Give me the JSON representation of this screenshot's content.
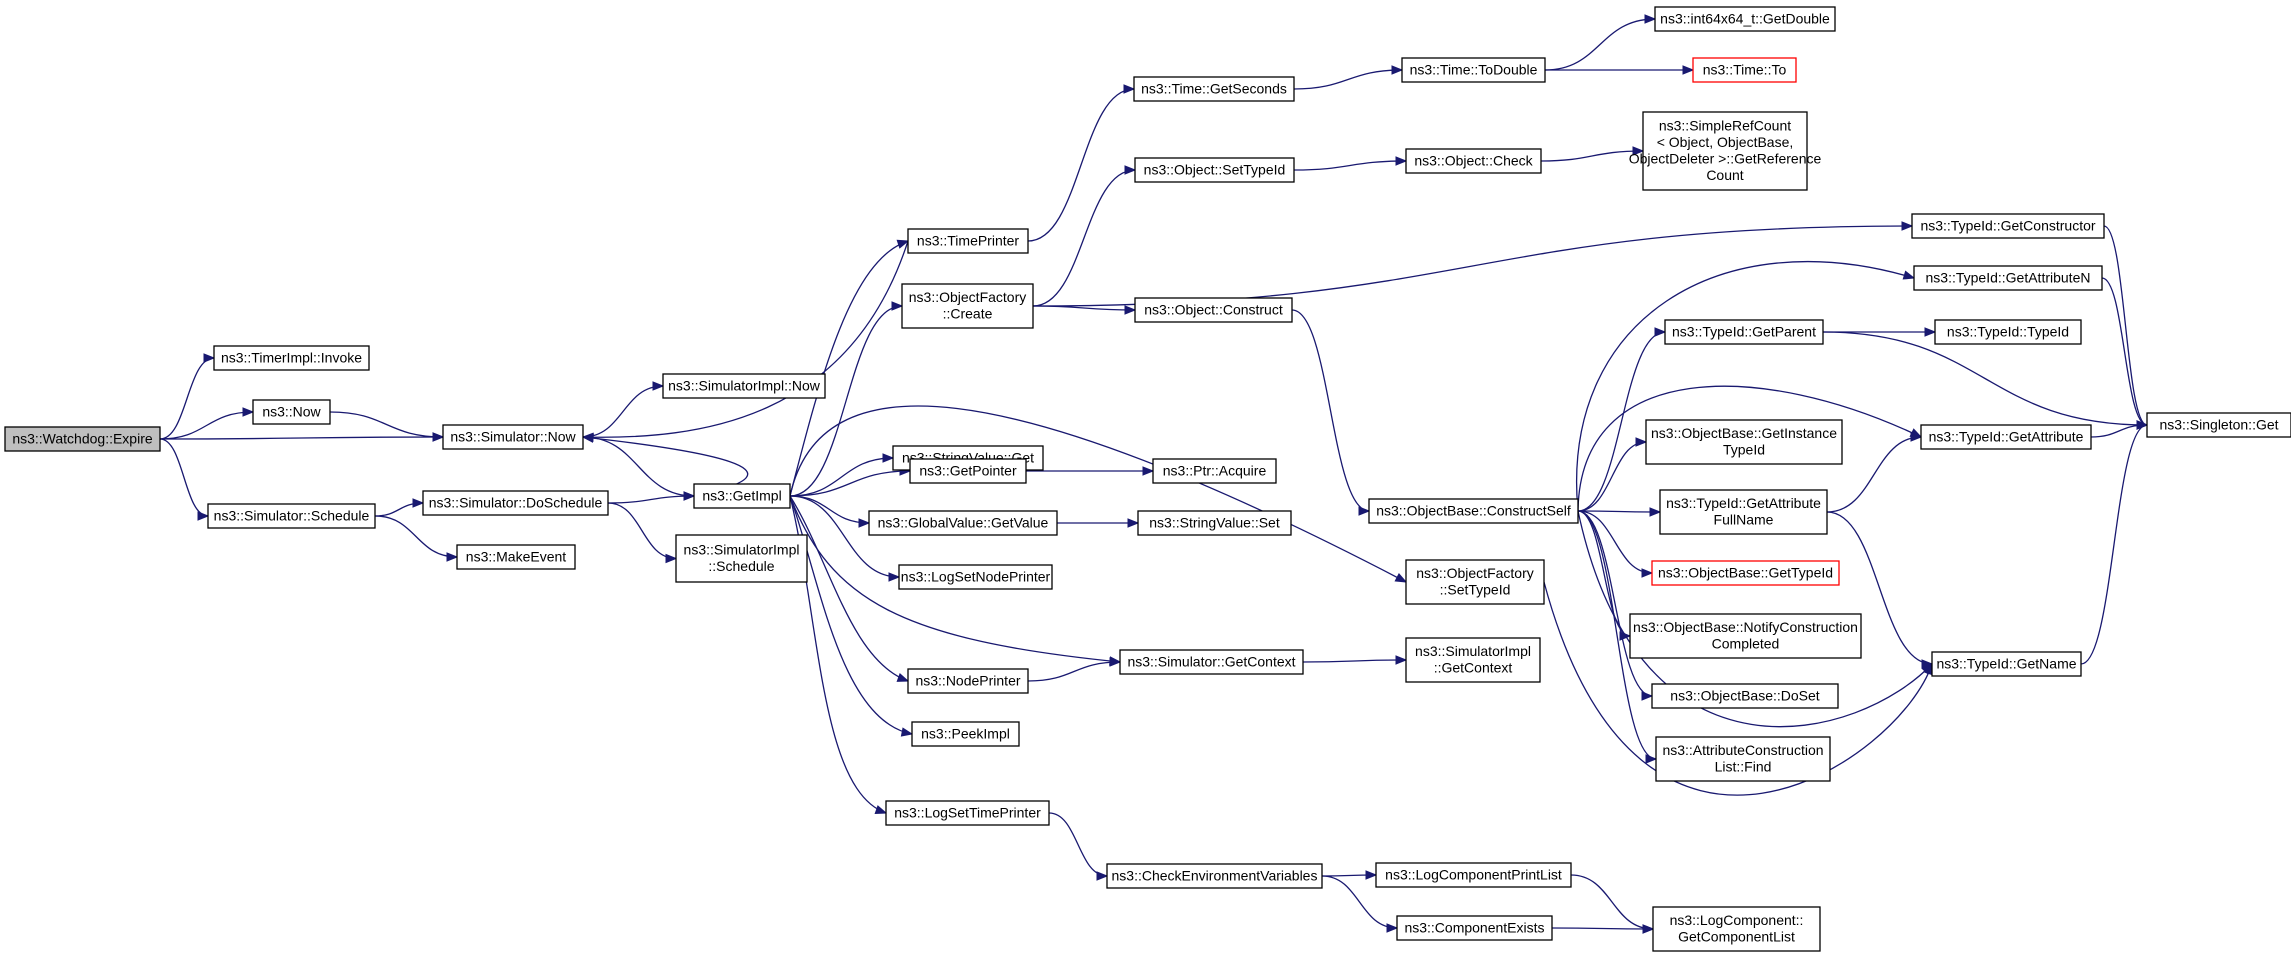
{
  "graph": {
    "edge_color": "#191970",
    "root_fill": "#bfbfbf",
    "missing_border": "#ff0000",
    "nodes": [
      {
        "id": "watchdog_expire",
        "lines": [
          "ns3::Watchdog::Expire"
        ],
        "root": true
      },
      {
        "id": "timerimpl_invoke",
        "lines": [
          "ns3::TimerImpl::Invoke"
        ]
      },
      {
        "id": "now",
        "lines": [
          "ns3::Now"
        ]
      },
      {
        "id": "simulator_now",
        "lines": [
          "ns3::Simulator::Now"
        ]
      },
      {
        "id": "simulator_schedule",
        "lines": [
          "ns3::Simulator::Schedule"
        ]
      },
      {
        "id": "simulatorimpl_now",
        "lines": [
          "ns3::SimulatorImpl::Now"
        ]
      },
      {
        "id": "simulator_doschedule",
        "lines": [
          "ns3::Simulator::DoSchedule"
        ]
      },
      {
        "id": "makeevent",
        "lines": [
          "ns3::MakeEvent"
        ]
      },
      {
        "id": "getimpl",
        "lines": [
          "ns3::GetImpl"
        ]
      },
      {
        "id": "simulatorimpl_schedule",
        "lines": [
          "ns3::SimulatorImpl",
          "::Schedule"
        ]
      },
      {
        "id": "timeprinter",
        "lines": [
          "ns3::TimePrinter"
        ]
      },
      {
        "id": "objectfactory_create",
        "lines": [
          "ns3::ObjectFactory",
          "::Create"
        ]
      },
      {
        "id": "stringvalue_get",
        "lines": [
          "ns3::StringValue::Get"
        ]
      },
      {
        "id": "getpointer",
        "lines": [
          "ns3::GetPointer"
        ]
      },
      {
        "id": "globalvalue_getvalue",
        "lines": [
          "ns3::GlobalValue::GetValue"
        ]
      },
      {
        "id": "logsetnodeprinter",
        "lines": [
          "ns3::LogSetNodePrinter"
        ]
      },
      {
        "id": "nodeprinter",
        "lines": [
          "ns3::NodePrinter"
        ]
      },
      {
        "id": "peekimpl",
        "lines": [
          "ns3::PeekImpl"
        ]
      },
      {
        "id": "logsettimeprinter",
        "lines": [
          "ns3::LogSetTimePrinter"
        ]
      },
      {
        "id": "time_getseconds",
        "lines": [
          "ns3::Time::GetSeconds"
        ]
      },
      {
        "id": "object_settypeid",
        "lines": [
          "ns3::Object::SetTypeId"
        ]
      },
      {
        "id": "object_construct",
        "lines": [
          "ns3::Object::Construct"
        ]
      },
      {
        "id": "ptr_acquire",
        "lines": [
          "ns3::Ptr::Acquire"
        ]
      },
      {
        "id": "stringvalue_set",
        "lines": [
          "ns3::StringValue::Set"
        ]
      },
      {
        "id": "simulator_getcontext",
        "lines": [
          "ns3::Simulator::GetContext"
        ]
      },
      {
        "id": "checkenvironmentvariables",
        "lines": [
          "ns3::CheckEnvironmentVariables"
        ]
      },
      {
        "id": "time_todouble",
        "lines": [
          "ns3::Time::ToDouble"
        ]
      },
      {
        "id": "object_check",
        "lines": [
          "ns3::Object::Check"
        ]
      },
      {
        "id": "objectbase_constructself",
        "lines": [
          "ns3::ObjectBase::ConstructSelf"
        ]
      },
      {
        "id": "objectfactory_settypeid",
        "lines": [
          "ns3::ObjectFactory",
          "::SetTypeId"
        ]
      },
      {
        "id": "simulatorimpl_getcontext",
        "lines": [
          "ns3::SimulatorImpl",
          "::GetContext"
        ]
      },
      {
        "id": "logcomponentprintlist",
        "lines": [
          "ns3::LogComponentPrintList"
        ]
      },
      {
        "id": "componentexists",
        "lines": [
          "ns3::ComponentExists"
        ]
      },
      {
        "id": "int64x64_getdouble",
        "lines": [
          "ns3::int64x64_t::GetDouble"
        ]
      },
      {
        "id": "time_to",
        "lines": [
          "ns3::Time::To"
        ],
        "missing": true
      },
      {
        "id": "simplerefcount_getreferencecount",
        "lines": [
          "ns3::SimpleRefCount",
          "< Object, ObjectBase,",
          "ObjectDeleter >::GetReference",
          "Count"
        ]
      },
      {
        "id": "typeid_getparent",
        "lines": [
          "ns3::TypeId::GetParent"
        ]
      },
      {
        "id": "objectbase_getinstancetypeid",
        "lines": [
          "ns3::ObjectBase::GetInstance",
          "TypeId"
        ]
      },
      {
        "id": "typeid_getattributefullname",
        "lines": [
          "ns3::TypeId::GetAttribute",
          "FullName"
        ]
      },
      {
        "id": "objectbase_gettypeid",
        "lines": [
          "ns3::ObjectBase::GetTypeId"
        ],
        "missing": true
      },
      {
        "id": "objectbase_notifyconstructioncompleted",
        "lines": [
          "ns3::ObjectBase::NotifyConstruction",
          "Completed"
        ]
      },
      {
        "id": "objectbase_doset",
        "lines": [
          "ns3::ObjectBase::DoSet"
        ]
      },
      {
        "id": "attributeconstructionlist_find",
        "lines": [
          "ns3::AttributeConstruction",
          "List::Find"
        ]
      },
      {
        "id": "logcomponent_getcomponentlist",
        "lines": [
          "ns3::LogComponent::",
          "GetComponentList"
        ]
      },
      {
        "id": "typeid_getconstructor",
        "lines": [
          "ns3::TypeId::GetConstructor"
        ]
      },
      {
        "id": "typeid_getattributen",
        "lines": [
          "ns3::TypeId::GetAttributeN"
        ]
      },
      {
        "id": "typeid_typeid",
        "lines": [
          "ns3::TypeId::TypeId"
        ]
      },
      {
        "id": "typeid_getattribute",
        "lines": [
          "ns3::TypeId::GetAttribute"
        ]
      },
      {
        "id": "typeid_getname",
        "lines": [
          "ns3::TypeId::GetName"
        ]
      },
      {
        "id": "singleton_get",
        "lines": [
          "ns3::Singleton::Get"
        ]
      }
    ]
  }
}
